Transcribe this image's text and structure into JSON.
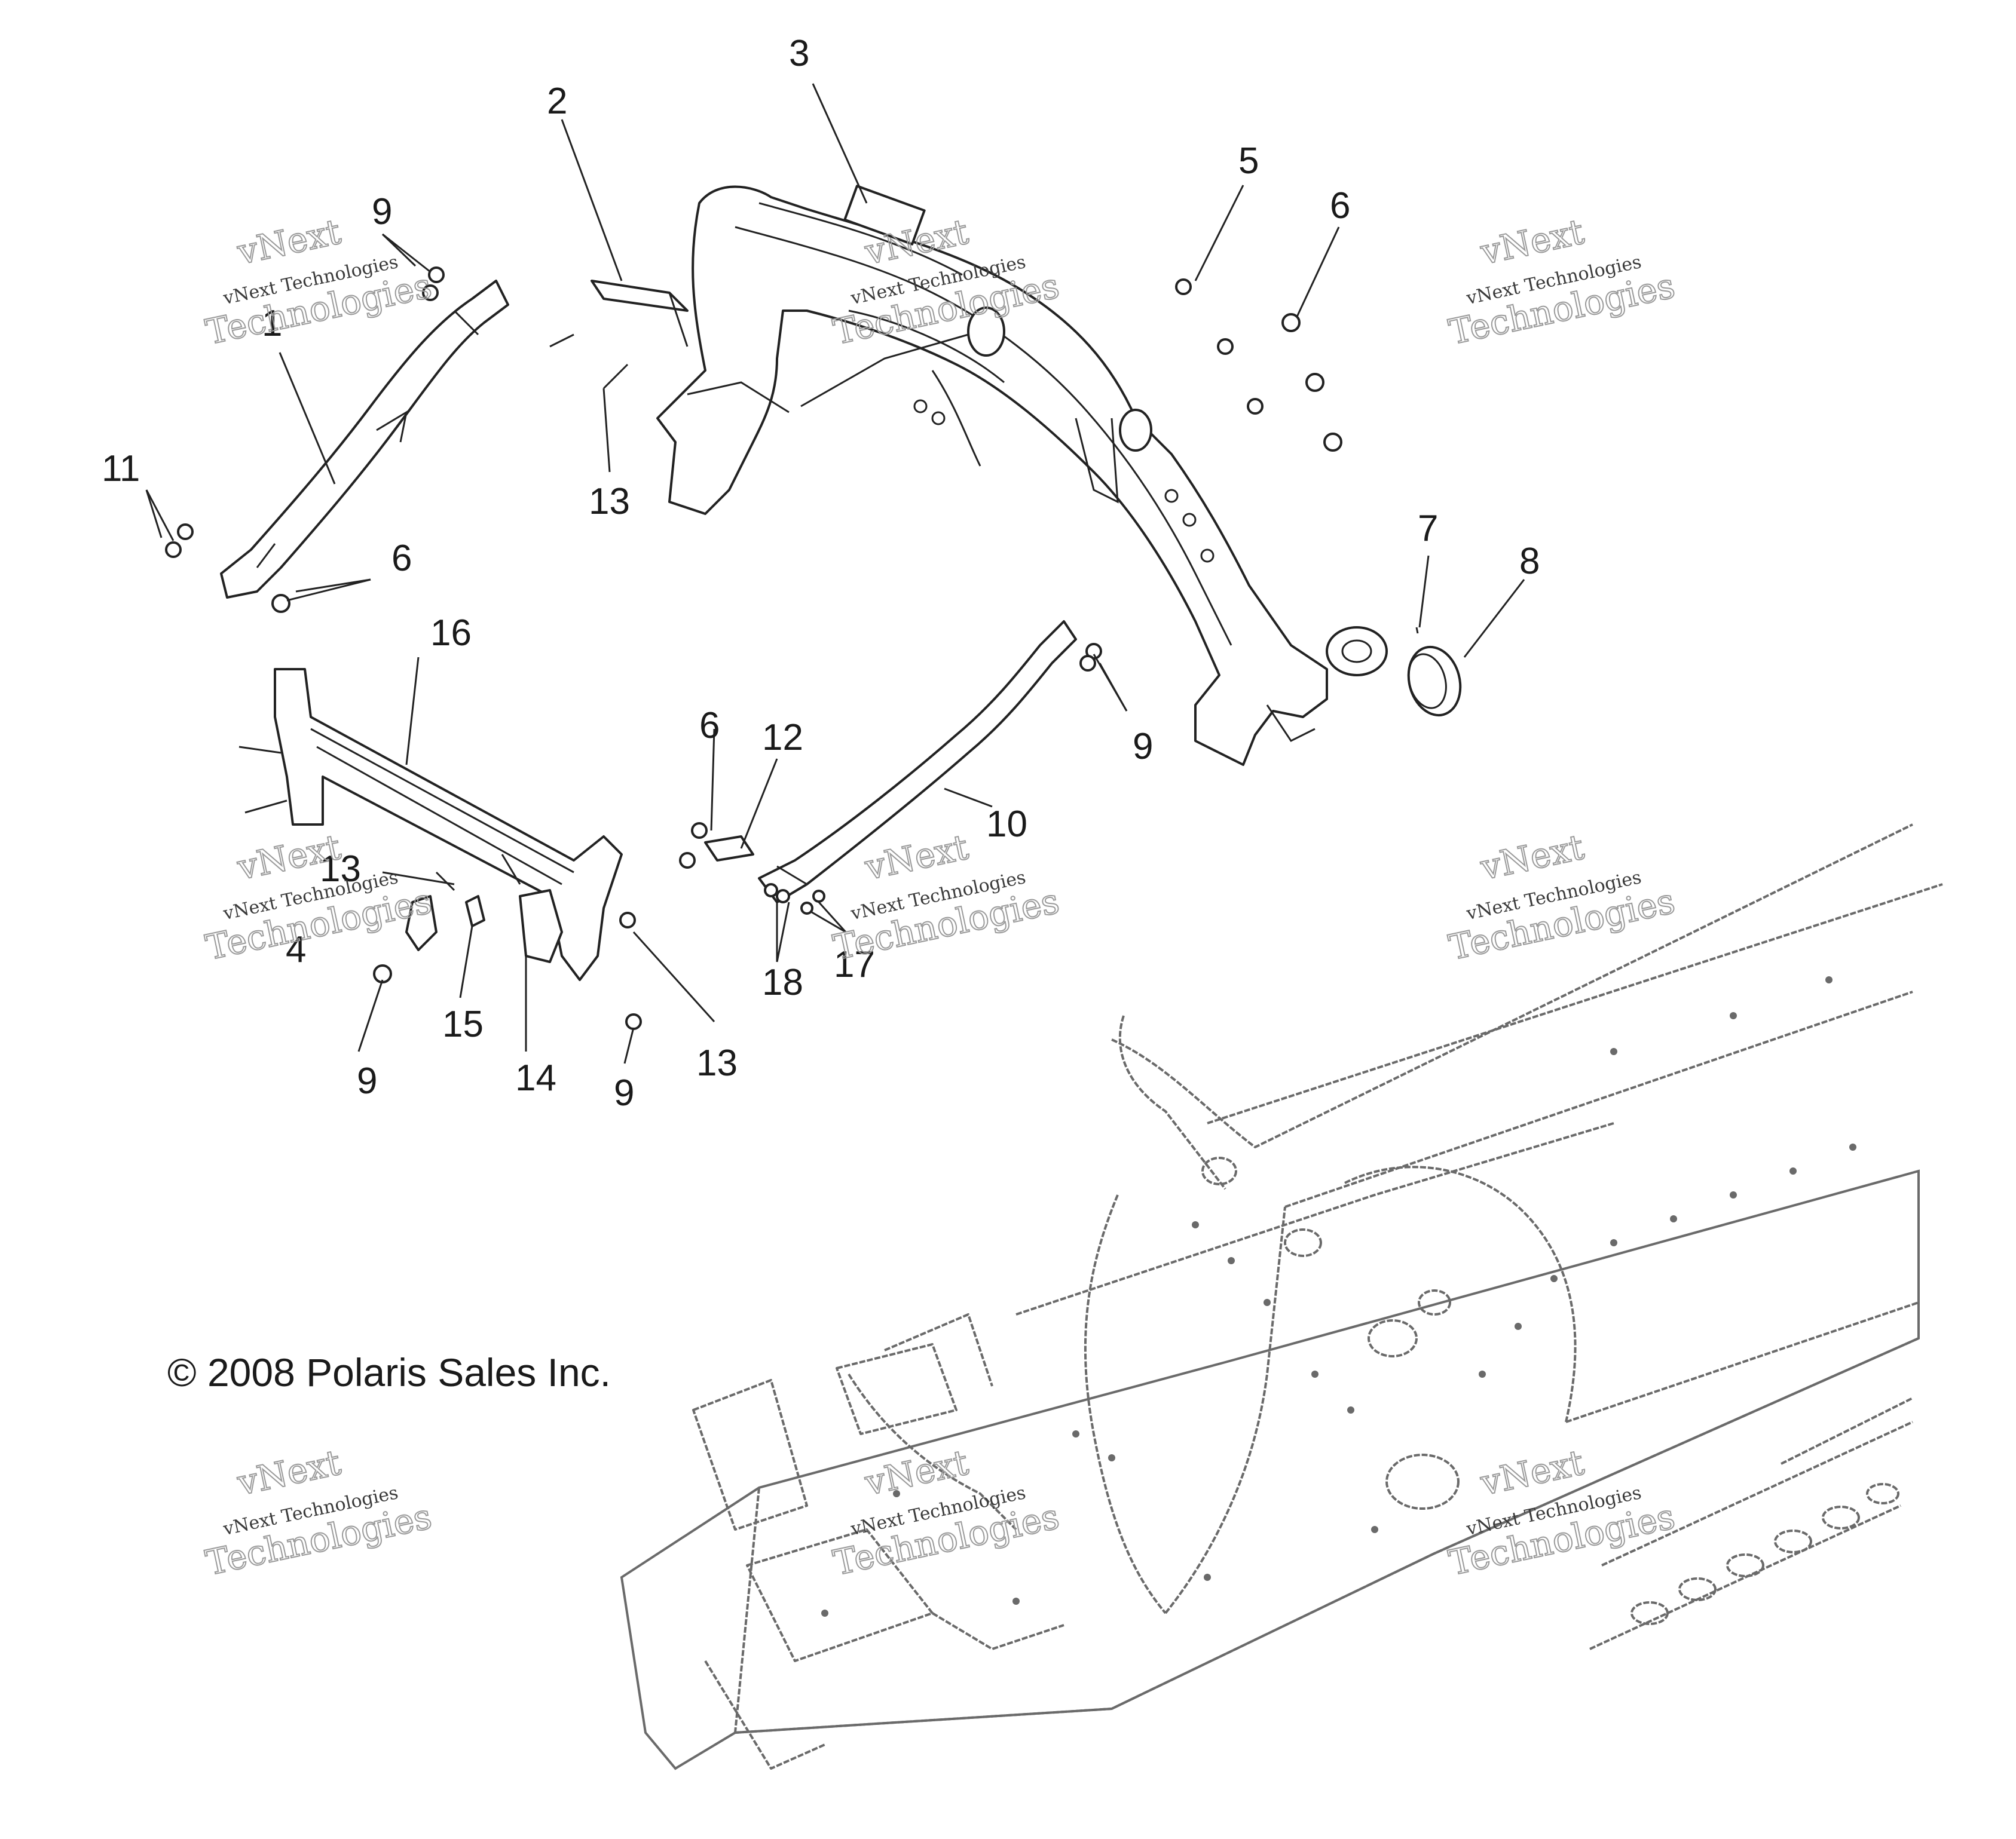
{
  "copyright": "© 2008 Polaris Sales Inc.",
  "watermark": {
    "line1": "vNext Technologies",
    "line2": "Technologies",
    "line3": "vNext"
  },
  "callouts": [
    {
      "id": "c1",
      "label": "1"
    },
    {
      "id": "c2",
      "label": "2"
    },
    {
      "id": "c3",
      "label": "3"
    },
    {
      "id": "c4",
      "label": "4"
    },
    {
      "id": "c5",
      "label": "5"
    },
    {
      "id": "c6a",
      "label": "6"
    },
    {
      "id": "c6b",
      "label": "6"
    },
    {
      "id": "c6c",
      "label": "6"
    },
    {
      "id": "c7",
      "label": "7"
    },
    {
      "id": "c8",
      "label": "8"
    },
    {
      "id": "c9a",
      "label": "9"
    },
    {
      "id": "c9b",
      "label": "9"
    },
    {
      "id": "c9c",
      "label": "9"
    },
    {
      "id": "c9d",
      "label": "9"
    },
    {
      "id": "c10",
      "label": "10"
    },
    {
      "id": "c11",
      "label": "11"
    },
    {
      "id": "c12",
      "label": "12"
    },
    {
      "id": "c13a",
      "label": "13"
    },
    {
      "id": "c13b",
      "label": "13"
    },
    {
      "id": "c13c",
      "label": "13"
    },
    {
      "id": "c14",
      "label": "14"
    },
    {
      "id": "c15",
      "label": "15"
    },
    {
      "id": "c16",
      "label": "16"
    },
    {
      "id": "c17",
      "label": "17"
    },
    {
      "id": "c18",
      "label": "18"
    }
  ]
}
